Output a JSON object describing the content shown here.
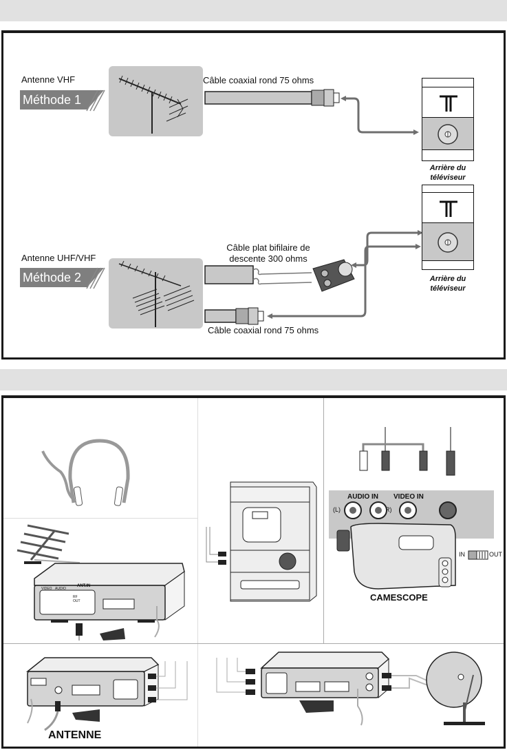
{
  "section1": {
    "method1": {
      "antenna_label": "Antenne VHF",
      "method_label": "Méthode 1",
      "cable_label": "Câble coaxial rond 75 ohms",
      "tv_caption_line1": "Arrière du",
      "tv_caption_line2": "téléviseur"
    },
    "method2": {
      "antenna_label": "Antenne UHF/VHF",
      "method_label": "Méthode 2",
      "flat_cable_line1": "Câble plat bifilaire de",
      "flat_cable_line2": "descente 300 ohms",
      "coax_cable_label": "Câble coaxial rond 75 ohms",
      "tv_caption_line1": "Arrière du",
      "tv_caption_line2": "téléviseur"
    }
  },
  "section2": {
    "camcorder": {
      "audio_in": "AUDIO  IN",
      "video_in": "VIDEO IN",
      "left": "(L)",
      "right": "(R)",
      "switch_in": "IN",
      "switch_out": "OUT",
      "caption": "CAMESCOPE"
    },
    "vcr1": {
      "video": "VIDEO",
      "audio": "AUDIO",
      "ant_in": "ANT.IN",
      "rf_out": "RF OUT"
    },
    "vcr2": {
      "caption": "ANTENNE"
    }
  },
  "colors": {
    "band": "#e1e1e1",
    "frame": "#1a1a1a",
    "methode_bg": "#7f7f7f",
    "screen_bg": "#c8c8c8",
    "arrow": "#6e6e6e"
  }
}
